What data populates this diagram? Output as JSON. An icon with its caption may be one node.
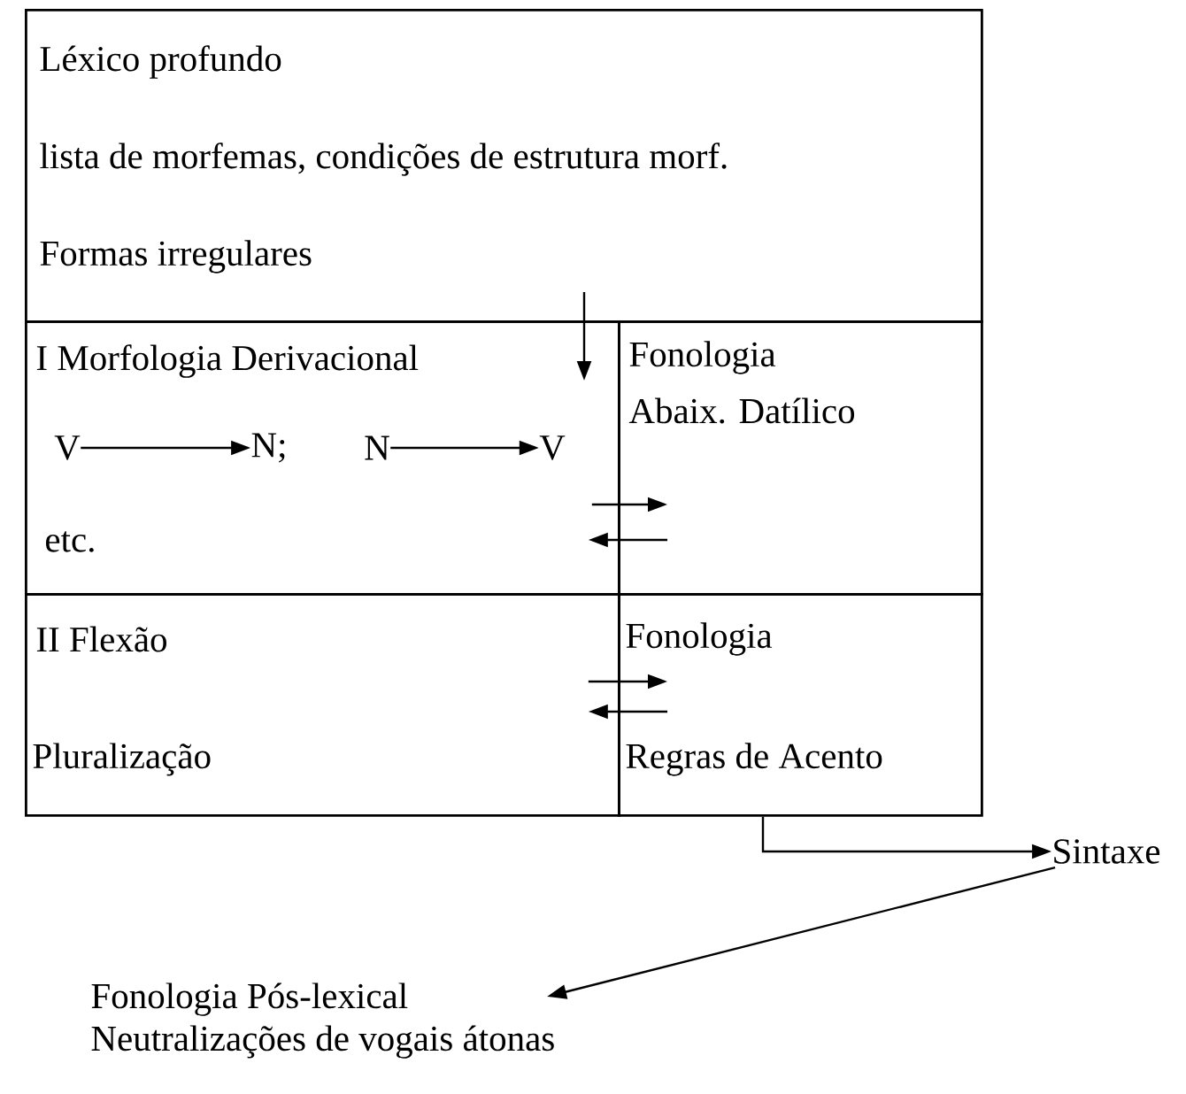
{
  "diagram": {
    "nodes": [
      {
        "text": [
          "Léxico profundo",
          "lista de morfemas, condições de estrutura morf.",
          "Formas irregulares"
        ]
      },
      {
        "text": [
          "I Morfologia Derivacional",
          "etc."
        ]
      },
      {
        "text": [
          "V"
        ],
        "in": 1
      },
      {
        "text": [
          "N;"
        ],
        "in": 1
      },
      {
        "text": [
          "N"
        ],
        "in": 1
      },
      {
        "text": [
          "V"
        ],
        "in": 1
      },
      {
        "text": [
          "Fonologia",
          "Abaix. Datílico"
        ]
      },
      {
        "text": [
          "II Flexão",
          "Pluralização"
        ]
      },
      {
        "text": [
          "Fonologia",
          "Regras de Acento"
        ]
      },
      {
        "text": [
          "Sintaxe"
        ]
      },
      {
        "text": [
          "Fonologia Pós-lexical",
          "Neutralizações de vogais átonas"
        ]
      }
    ],
    "edges": [
      {
        "from": 0,
        "to": 1,
        "arrow": "to"
      },
      {
        "from": 2,
        "to": 3,
        "arrow": "to"
      },
      {
        "from": 4,
        "to": 5,
        "arrow": "to"
      },
      {
        "from": 1,
        "to": 6,
        "arrow": "to"
      },
      {
        "from": 6,
        "to": 1,
        "arrow": "to"
      },
      {
        "from": 7,
        "to": 8,
        "arrow": "to"
      },
      {
        "from": 8,
        "to": 7,
        "arrow": "to"
      },
      {
        "from": 8,
        "to": 9,
        "arrow": "to"
      },
      {
        "from": 9,
        "to": 10,
        "arrow": "to"
      }
    ]
  }
}
